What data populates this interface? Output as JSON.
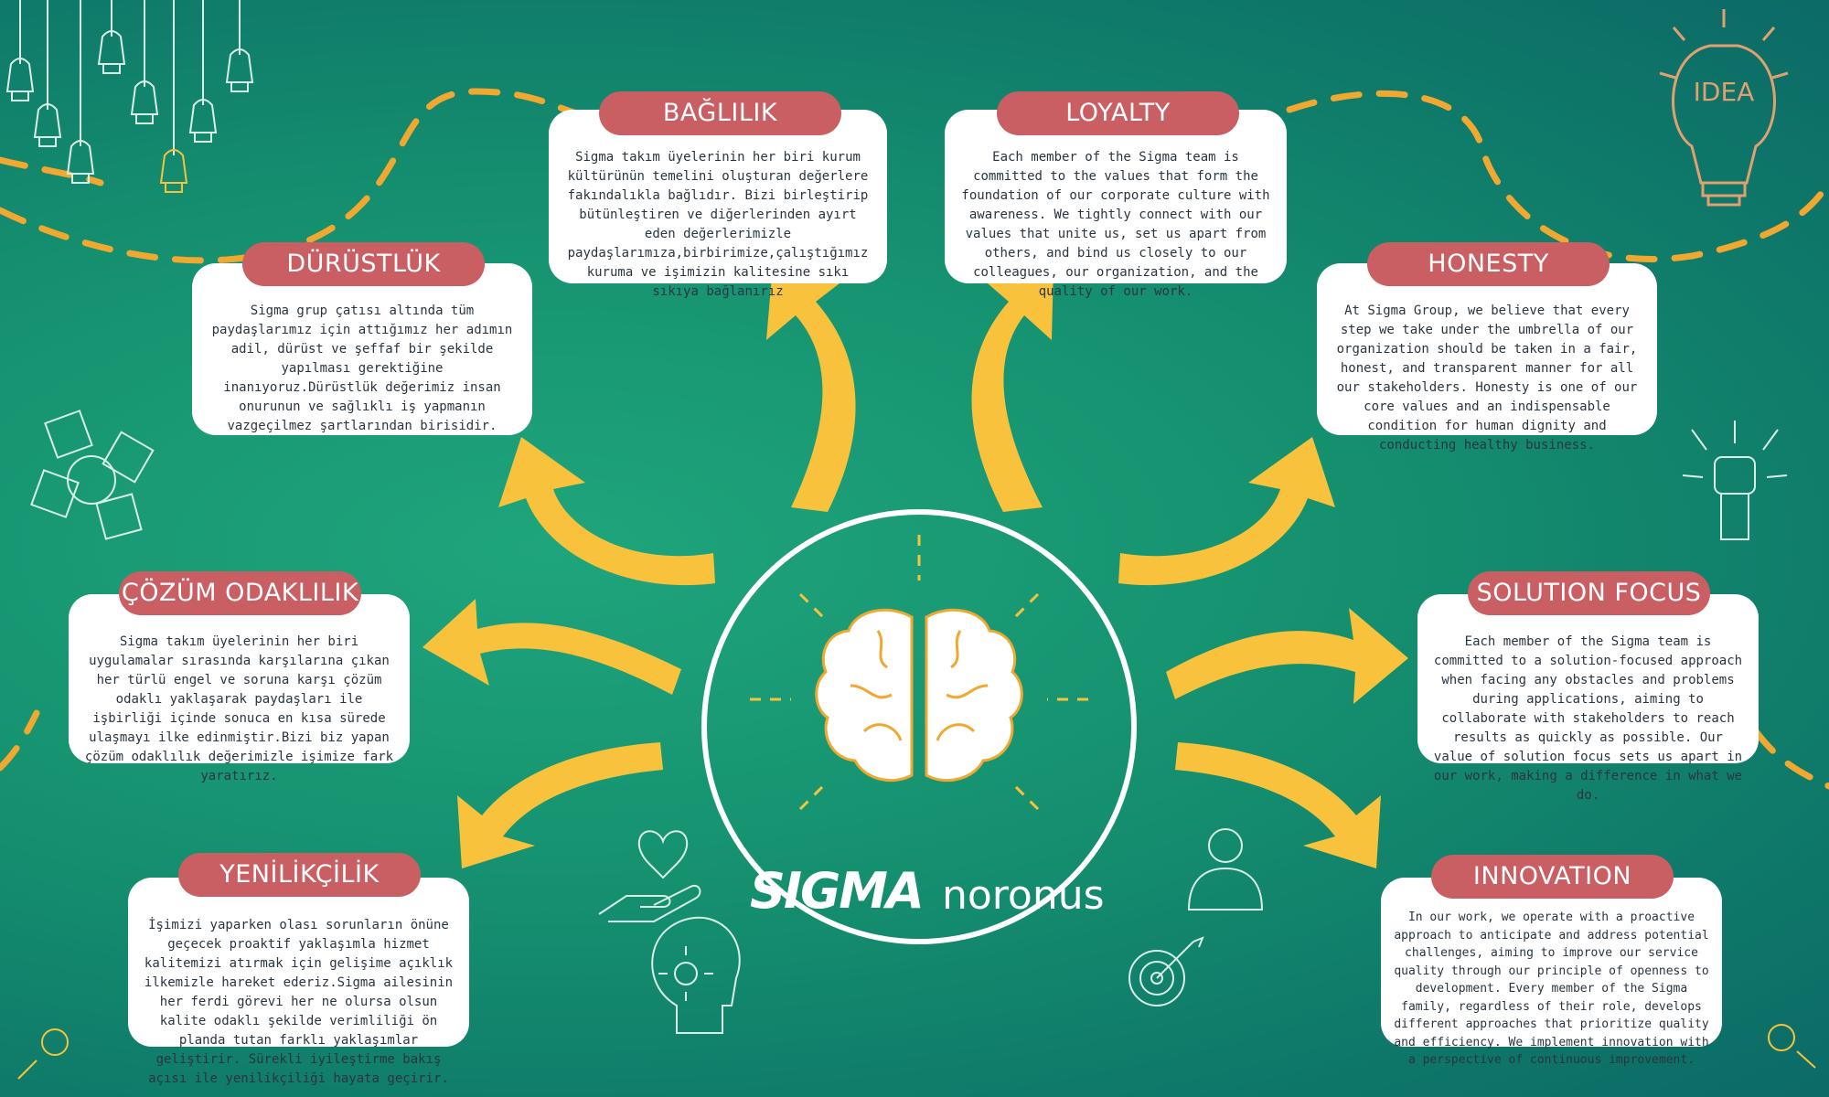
{
  "colors": {
    "accent": "#f9c23c",
    "label": "#c95e63",
    "card": "#ffffff",
    "line": "#f0a830"
  },
  "cards": {
    "baglilik": {
      "title": "BAĞLILIK",
      "text": "Sigma takım üyelerinin her biri kurum kültürünün temelini oluşturan değerlere fakındalıkla bağlıdır. Bizi birleştirip bütünleştiren ve diğerlerinden ayırt eden değerlerimizle paydaşlarımıza,birbirimize,çalıştığımız kuruma ve işimizin kalitesine sıkı sıkıya bağlanırız"
    },
    "loyalty": {
      "title": "LOYALTY",
      "text": "Each member of the Sigma team is committed to the values that form the foundation of our corporate culture with awareness. We tightly connect with our values that unite us, set us apart from others, and bind us closely to our colleagues, our organization, and the quality of our work."
    },
    "durustluk": {
      "title": "DÜRÜSTLÜK",
      "text": "Sigma grup çatısı altında tüm paydaşlarımız için attığımız her adımın adil, dürüst ve şeffaf bir şekilde yapılması gerektiğine inanıyoruz.Dürüstlük değerimiz insan onurunun ve sağlıklı iş yapmanın vazgeçilmez şartlarından birisidir."
    },
    "honesty": {
      "title": "HONESTY",
      "text": "At Sigma Group, we believe that every step we take under the umbrella of our organization should be taken in a fair, honest, and transparent manner for all our stakeholders. Honesty is one of our core values and an indispensable condition for human dignity and conducting healthy business."
    },
    "cozum": {
      "title": "ÇÖZÜM ODAKLILIK",
      "text": "Sigma takım üyelerinin her biri uygulamalar sırasında karşılarına çıkan her türlü engel ve soruna karşı çözüm odaklı yaklaşarak paydaşları ile işbirliği içinde sonuca en kısa sürede ulaşmayı ilke edinmiştir.Bizi biz yapan çözüm odaklılık değerimizle işimize fark yaratırız."
    },
    "solution": {
      "title": "SOLUTION FOCUS",
      "text": "Each member of the Sigma team is committed to a solution-focused approach when facing any obstacles and problems during applications, aiming to collaborate with stakeholders to reach results as quickly as possible. Our value of solution focus sets us apart in our work, making a difference in what we do."
    },
    "yenilikcilik": {
      "title": "YENİLİKÇİLİK",
      "text": "İşimizi yaparken olası sorunların önüne geçecek proaktif yaklaşımla hizmet kalitemizi atırmak için gelişime açıklık ilkemizle hareket ederiz.Sigma ailesinin her ferdi görevi her ne olursa olsun kalite odaklı şekilde verimliliği ön planda tutan farklı yaklaşımlar geliştirir. Sürekli iyileştirme bakış açısı ile yenilikçiliği hayata geçirir."
    },
    "innovation": {
      "title": "INNOVATION",
      "text": "In our work, we operate with a proactive approach to anticipate and address potential challenges, aiming to improve our service quality through our principle of openness to development. Every member of the Sigma family, regardless of their role, develops different approaches that prioritize quality and efficiency. We implement innovation with a perspective of continuous improvement."
    }
  },
  "logos": {
    "sigma": "SIGMA",
    "noronus": "noronus"
  },
  "icons": [
    "lightbulb-icon",
    "idea-bulb-icon",
    "hands-together-icon",
    "fist-icon",
    "heart-hand-icon",
    "person-icon",
    "gear-head-icon",
    "target-icon",
    "brain-icon"
  ],
  "idea_text": "IDEA"
}
